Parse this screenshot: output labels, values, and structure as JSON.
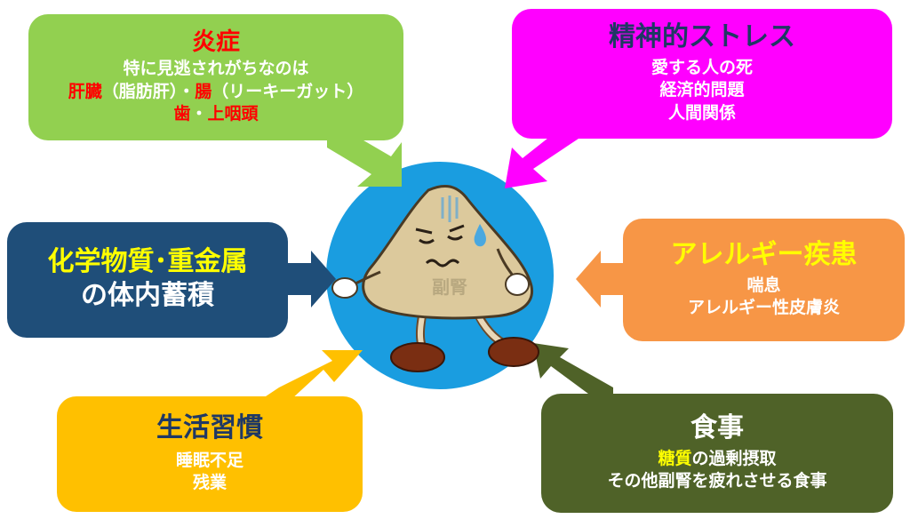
{
  "colors": {
    "inflammation_bg": "#92d050",
    "stress_bg": "#ff00ff",
    "chemicals_bg": "#1f4e79",
    "allergy_bg": "#f79646",
    "lifestyle_bg": "#ffc000",
    "diet_bg": "#4f6228",
    "center_circle": "#1a9de0",
    "accent_red": "#ff0000",
    "accent_yellow": "#ffff00"
  },
  "center": {
    "character_label": "副腎"
  },
  "inflammation": {
    "title": "炎症",
    "line1": "特に見逃されがちなのは",
    "line2_red1": "肝臓",
    "line2_mid": "（脂肪肝）・",
    "line2_red2": "腸",
    "line2_end": "（リーキーガット）",
    "line3_red1": "歯",
    "line3_mid": "・",
    "line3_red2": "上咽頭"
  },
  "stress": {
    "title": "精神的ストレス",
    "items": [
      "愛する人の死",
      "経済的問題",
      "人間関係"
    ]
  },
  "chemicals": {
    "title_line1": "化学物質･重金属",
    "title_line2": "の体内蓄積"
  },
  "allergy": {
    "title": "アレルギー疾患",
    "items": [
      "喘息",
      "アレルギー性皮膚炎"
    ]
  },
  "lifestyle": {
    "title": "生活習慣",
    "items": [
      "睡眠不足",
      "残業"
    ]
  },
  "diet": {
    "title": "食事",
    "line1_yellow": "糖質",
    "line1_rest": "の過剰摂取",
    "line2": "その他副腎を疲れさせる食事"
  }
}
